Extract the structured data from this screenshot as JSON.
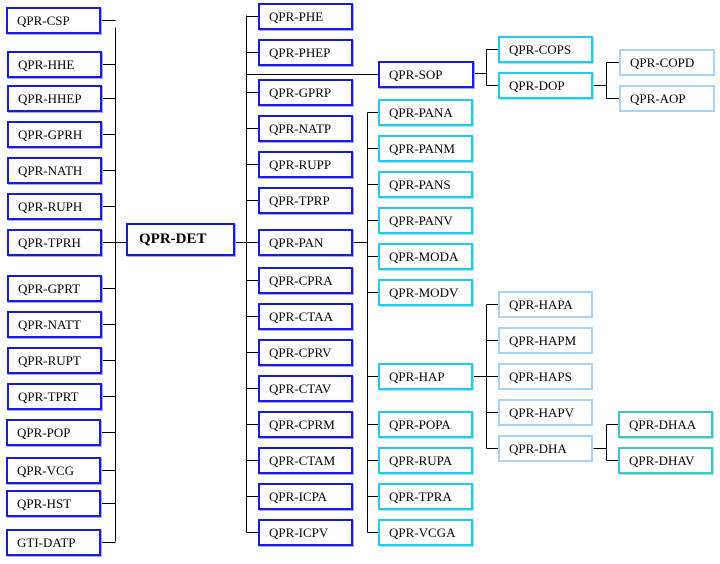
{
  "diagram": {
    "type": "hierarchy-tree",
    "root": {
      "label": "QPR-DET"
    },
    "left_inputs": [
      "QPR-CSP",
      "QPR-HHE",
      "QPR-HHEP",
      "QPR-GPRH",
      "QPR-NATH",
      "QPR-RUPH",
      "QPR-TPRH",
      "QPR-GPRT",
      "QPR-NATT",
      "QPR-RUPT",
      "QPR-TPRT",
      "QPR-POP",
      "QPR-VCG",
      "QPR-HST",
      "GTI-DATP"
    ],
    "right_children": [
      "QPR-PHE",
      "QPR-PHEP",
      "QPR-GPRP",
      "QPR-NATP",
      "QPR-RUPP",
      "QPR-TPRP",
      "QPR-PAN",
      "QPR-CPRA",
      "QPR-CTAA",
      "QPR-CPRV",
      "QPR-CTAV",
      "QPR-CPRM",
      "QPR-CTAM",
      "QPR-ICPA",
      "QPR-ICPV"
    ],
    "sop": {
      "label": "QPR-SOP",
      "children": [
        "QPR-COPS",
        "QPR-DOP"
      ],
      "dop_children": [
        "QPR-COPD",
        "QPR-AOP"
      ]
    },
    "pan_children": [
      "QPR-PANA",
      "QPR-PANM",
      "QPR-PANS",
      "QPR-PANV",
      "QPR-MODA",
      "QPR-MODV",
      "QPR-HAP",
      "QPR-POPA",
      "QPR-RUPA",
      "QPR-TPRA",
      "QPR-VCGA"
    ],
    "hap_children": [
      "QPR-HAPA",
      "QPR-HAPM",
      "QPR-HAPS",
      "QPR-HAPV",
      "QPR-DHA"
    ],
    "dha_children": [
      "QPR-DHAA",
      "QPR-DHAV"
    ],
    "colors": {
      "level1_border": "#1a1ae6",
      "level2_border": "#22ccee",
      "level3_border": "#a8d4f8",
      "level4_border": "#3cc8c8",
      "connector": "#000000"
    }
  }
}
